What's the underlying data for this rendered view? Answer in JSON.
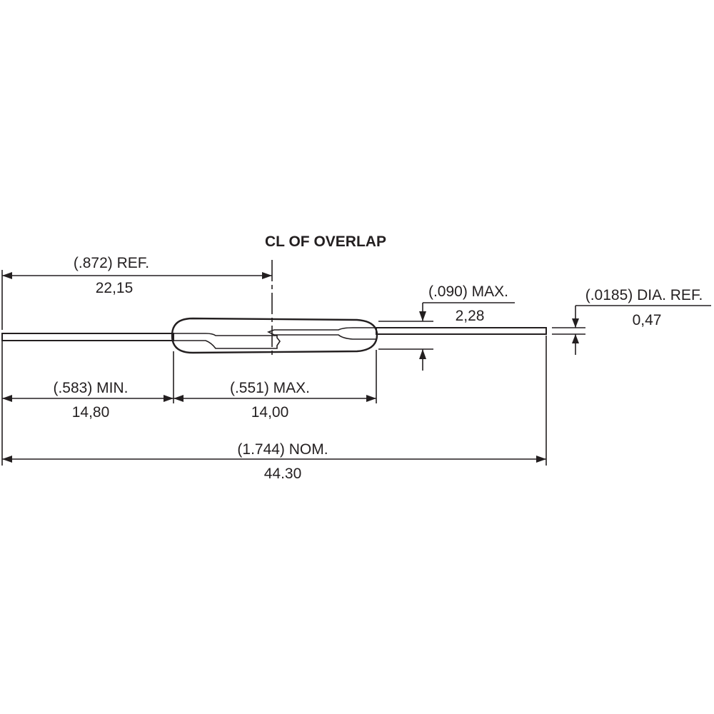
{
  "diagram": {
    "overlap_title": "CL OF OVERLAP",
    "overall_ref": {
      "inch": "(.872) REF.",
      "mm": "22,15"
    },
    "glass_dia": {
      "inch": "(.090) MAX.",
      "mm": "2,28"
    },
    "lead_dia": {
      "inch": "(.0185) DIA. REF.",
      "mm": "0,47"
    },
    "lead_length": {
      "inch": "(.583) MIN.",
      "mm": "14,80"
    },
    "glass_length": {
      "inch": "(.551) MAX.",
      "mm": "14,00"
    },
    "overall_length": {
      "inch": "(1.744) NOM.",
      "mm": "44.30"
    }
  }
}
